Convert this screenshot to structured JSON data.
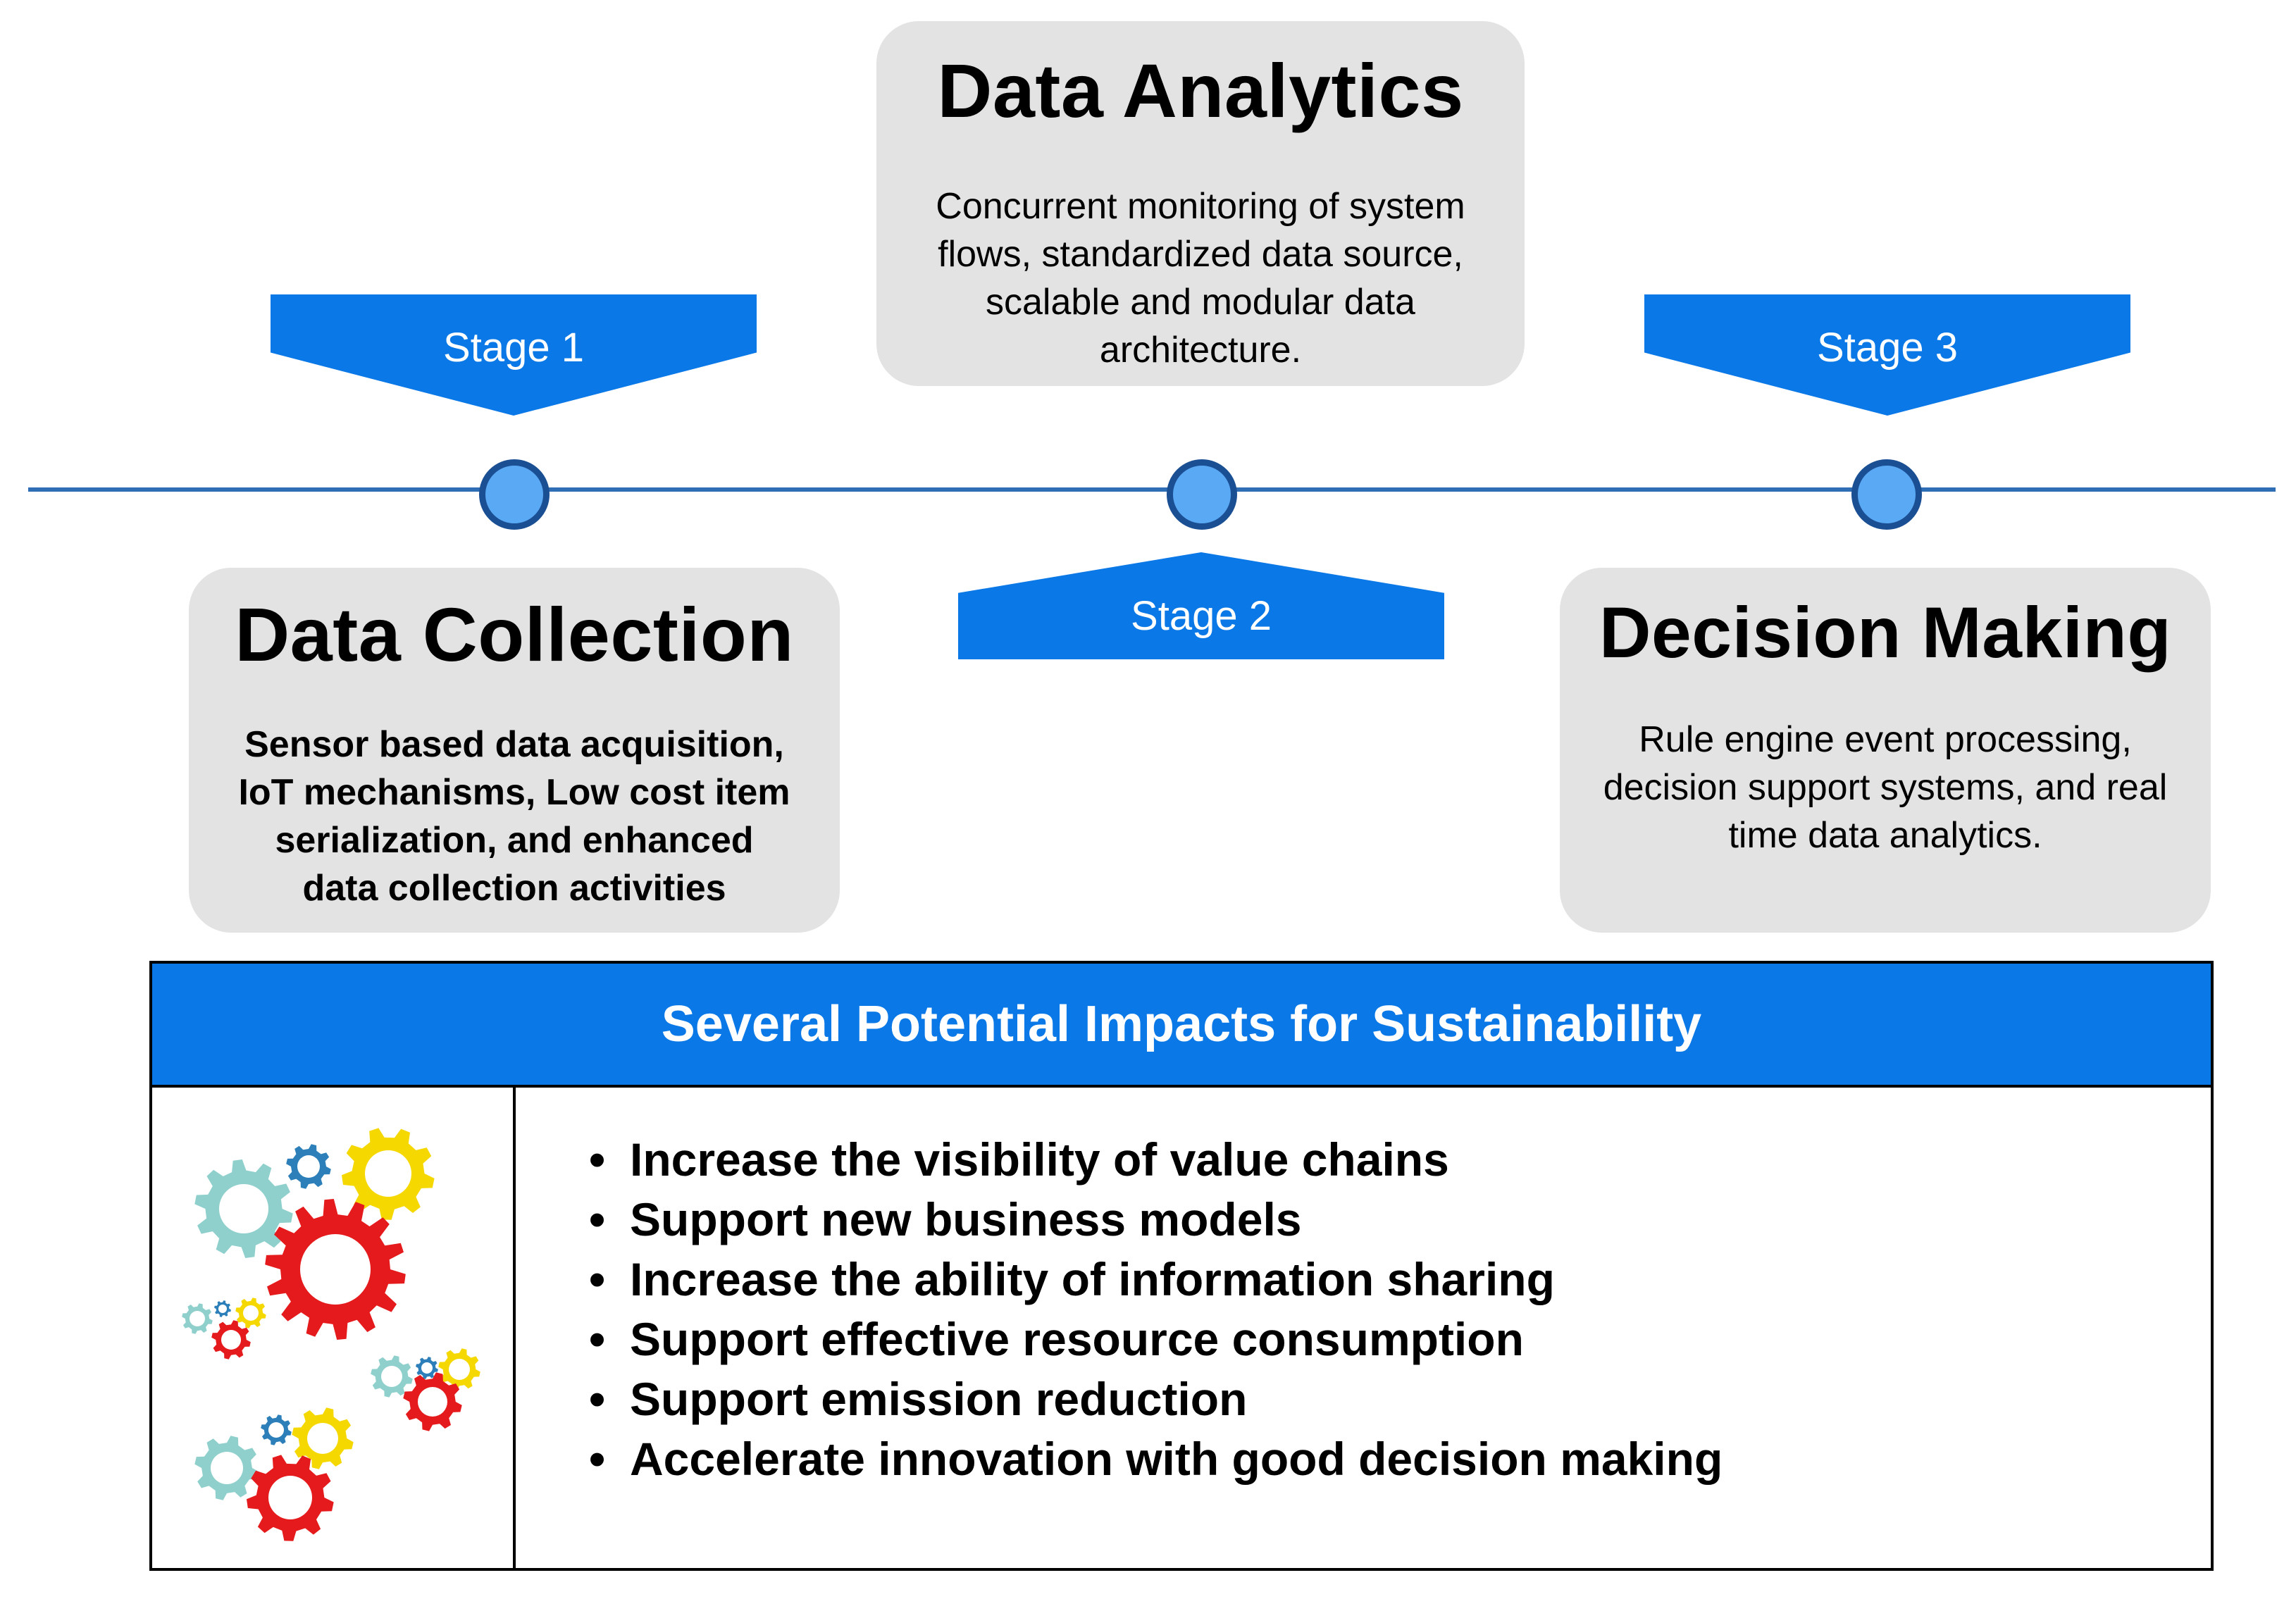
{
  "stages": [
    {
      "label": "Stage 1"
    },
    {
      "label": "Stage 2"
    },
    {
      "label": "Stage 3"
    }
  ],
  "cards": {
    "analytics": {
      "title": "Data Analytics",
      "lines": [
        "Concurrent monitoring of system",
        "flows, standardized data source,",
        "scalable and modular data",
        "architecture."
      ]
    },
    "collection": {
      "title": "Data Collection",
      "lines": [
        "Sensor based data acquisition,",
        "IoT mechanisms, Low cost item",
        "serialization, and enhanced",
        "data collection activities"
      ]
    },
    "decision": {
      "title": "Decision Making",
      "lines": [
        "Rule engine event processing,",
        "decision support systems, and real",
        "time data analytics."
      ]
    }
  },
  "impacts": {
    "title": "Several Potential Impacts for Sustainability",
    "items": [
      "Increase the visibility of value chains",
      "Support new business models",
      "Increase the ability of information sharing",
      "Support effective resource consumption",
      "Support emission reduction",
      "Accelerate innovation with good decision making"
    ]
  },
  "colors": {
    "accent": "#0a78e6",
    "node_fill": "#5aa9f5",
    "node_border": "#1b4f93",
    "card_bg": "#e3e3e3",
    "gear_red": "#e41a1c",
    "gear_yellow": "#f5d800",
    "gear_teal": "#8fd0cc",
    "gear_blue": "#2c7fb8"
  },
  "icons": [
    "gears-icon"
  ]
}
